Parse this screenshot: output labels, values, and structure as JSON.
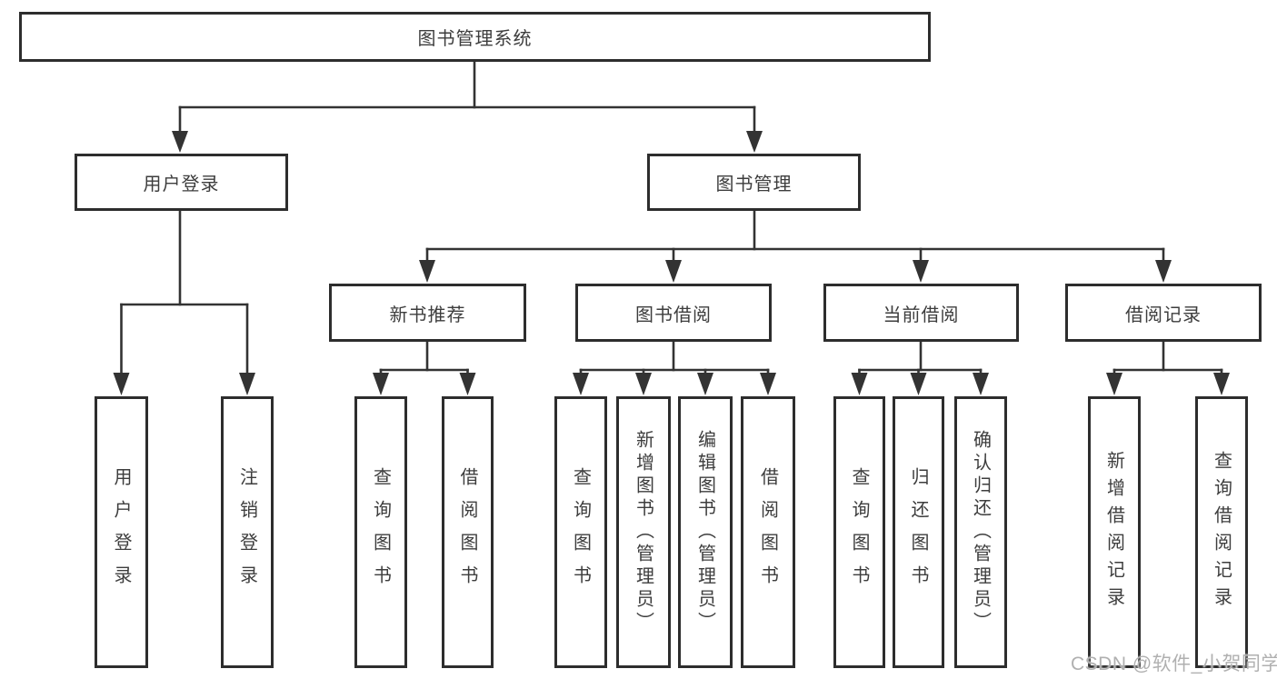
{
  "diagram_title": "图书管理系统",
  "nodes": {
    "root": "图书管理系统",
    "user_login": "用户登录",
    "book_management": "图书管理",
    "new_book_recommend": "新书推荐",
    "book_borrowing": "图书借阅",
    "current_borrowing": "当前借阅",
    "borrowing_records": "借阅记录"
  },
  "leaves": {
    "login": "用户登录",
    "logout": "注销登录",
    "recommend_query_books": "查询图书",
    "recommend_borrow_books": "借阅图书",
    "borrowing_query_books": "查询图书",
    "borrowing_add_books_admin": "新增图书（管理员）",
    "borrowing_edit_books_admin": "编辑图书（管理员）",
    "borrowing_borrow_books": "借阅图书",
    "current_query_books": "查询图书",
    "current_return_books": "归还图书",
    "current_confirm_return_admin": "确认归还（管理员）",
    "records_add_record": "新增借阅记录",
    "records_query_record": "查询借阅记录"
  },
  "watermark": "CSDN @软件_小贺同学",
  "colors": {
    "line": "#333333",
    "box_border": "#2d2d2d",
    "text": "#3d3d3d",
    "watermark": "#b0b0b0",
    "background": "#ffffff"
  }
}
